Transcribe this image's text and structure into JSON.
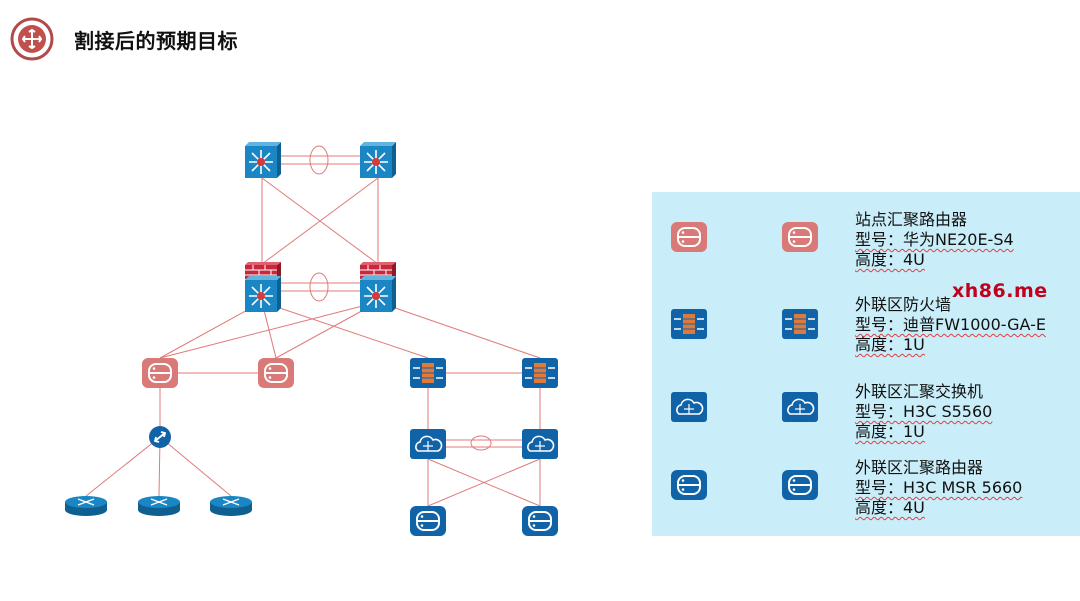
{
  "header": {
    "title": "割接后的预期目标",
    "logo_icon": "router-circle-icon"
  },
  "colors": {
    "link": "#e07a7a",
    "core_switch": "#1b86c4",
    "firewall_red": "#c8283c",
    "router_pink": "#d97a78",
    "device_blue": "#1163a8",
    "legend_bg": "#c9eef9"
  },
  "legend": [
    {
      "icon": "pink-router-icon",
      "name": "站点汇聚路由器",
      "model": "型号：华为NE20E-S4",
      "height": "高度：4U"
    },
    {
      "icon": "firewall-icon",
      "name": "外联区防火墙",
      "model": "型号：迪普FW1000-GA-E",
      "height": "高度：1U"
    },
    {
      "icon": "cloud-switch-icon",
      "name": "外联区汇聚交换机",
      "model": "型号：H3C S5560",
      "height": "高度：1U"
    },
    {
      "icon": "blue-router-icon",
      "name": "外联区汇聚路由器",
      "model": "型号：H3C MSR 5660",
      "height": "高度：4U"
    }
  ],
  "watermark": "xh86.me"
}
